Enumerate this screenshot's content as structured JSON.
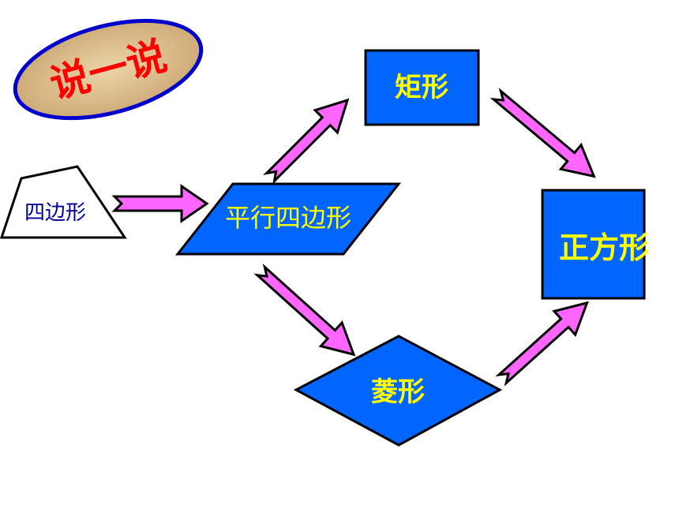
{
  "badge": {
    "text": "说一说"
  },
  "nodes": {
    "quadrilateral": "四边形",
    "parallelogram": "平行四边形",
    "rectangle": "矩形",
    "rhombus": "菱形",
    "square": "正方形"
  },
  "colors": {
    "shape_fill": "#0066ff",
    "label_yellow": "#ffff00",
    "label_dark": "#000099",
    "arrow_fill": "#ff66ff",
    "badge_text": "#ff0000",
    "badge_border": "#0000cc",
    "badge_fill": "#d8b98a"
  }
}
